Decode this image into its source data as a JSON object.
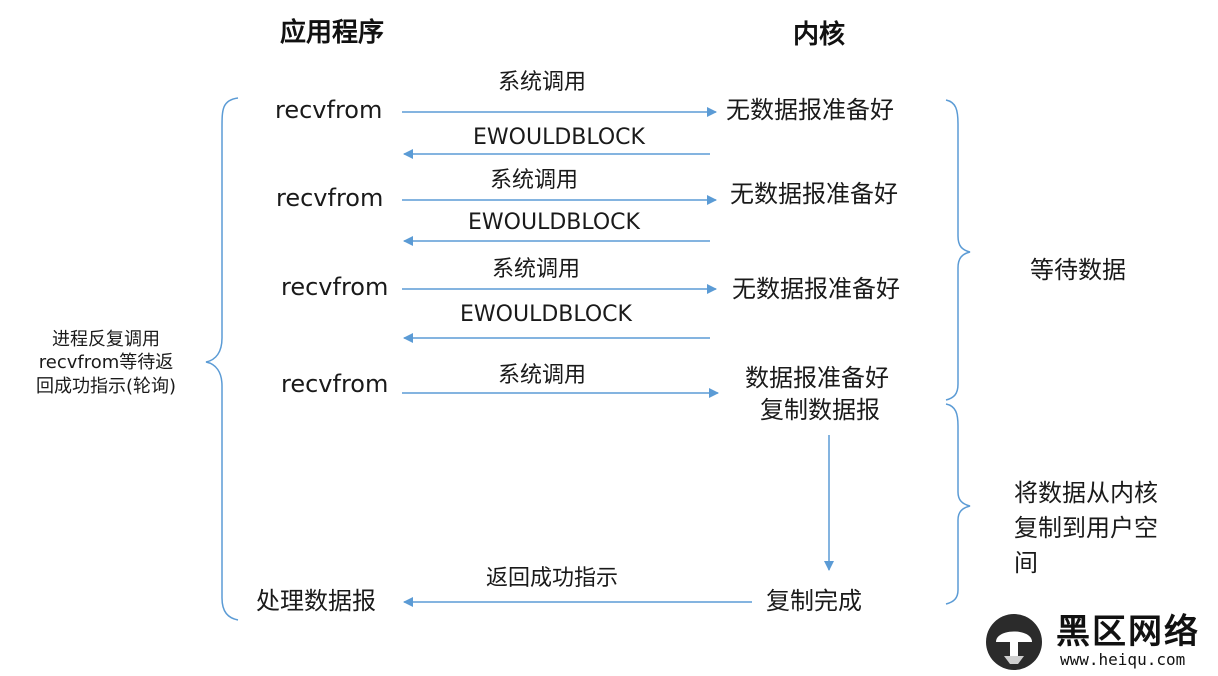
{
  "headers": {
    "app": "应用程序",
    "kernel": "内核"
  },
  "rounds": [
    {
      "call": "recvfrom",
      "syscall": "系统调用",
      "reply": "EWOULDBLOCK",
      "state": "无数据报准备好"
    },
    {
      "call": "recvfrom",
      "syscall": "系统调用",
      "reply": "EWOULDBLOCK",
      "state": "无数据报准备好"
    },
    {
      "call": "recvfrom",
      "syscall": "系统调用",
      "reply": "EWOULDBLOCK",
      "state": "无数据报准备好"
    }
  ],
  "final": {
    "call": "recvfrom",
    "syscall": "系统调用",
    "state_line1": "数据报准备好",
    "state_line2": "复制数据报",
    "done": "复制完成",
    "return_label": "返回成功指示",
    "process": "处理数据报"
  },
  "left_note": {
    "line1": "进程反复调用",
    "line2": "recvfrom等待返",
    "line3": "回成功指示(轮询)"
  },
  "phases": {
    "wait": "等待数据",
    "copy_line1": "将数据从内核",
    "copy_line2": "复制到用户空",
    "copy_line3": "间"
  },
  "watermark": {
    "title": "黑区网络",
    "url": "www.heiqu.com"
  },
  "colors": {
    "arrow": "#5b9bd5",
    "text": "#1a1a1a"
  }
}
